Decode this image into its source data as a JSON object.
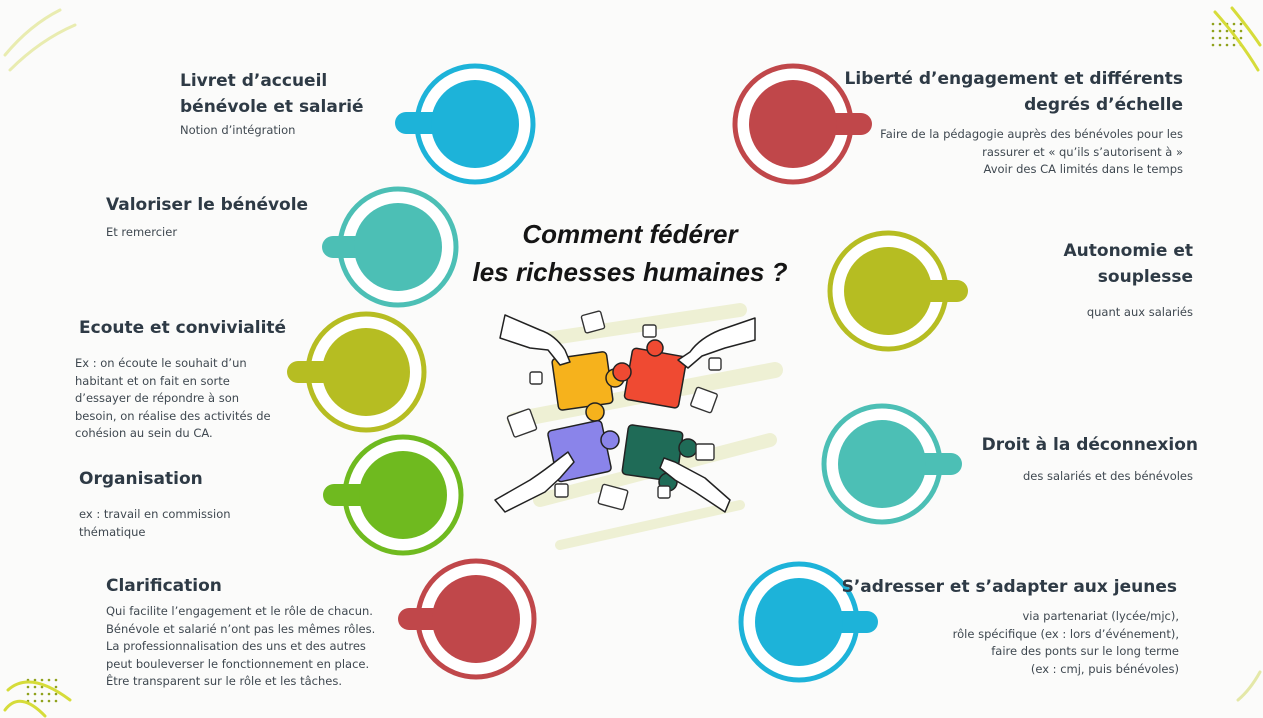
{
  "center": {
    "title_line1": "Comment fédérer",
    "title_line2": "les richesses humaines ?"
  },
  "colors": {
    "blue": "#1db3d9",
    "red": "#c0474a",
    "teal": "#4cbfb5",
    "olive": "#b6bd22",
    "green": "#6fba1f",
    "puzzle_yellow": "#f6b21c",
    "puzzle_red": "#ef4a32",
    "puzzle_purple": "#8a84ea",
    "puzzle_green": "#1f6b57",
    "accent_lime": "#d6dc3a"
  },
  "items": [
    {
      "title_lines": [
        "Livret d’accueil",
        "bénévole et salarié"
      ],
      "desc_lines": [
        "Notion d’intégration"
      ]
    },
    {
      "title_lines": [
        "Valoriser le bénévole"
      ],
      "desc_lines": [
        "Et remercier"
      ]
    },
    {
      "title_lines": [
        "Ecoute et convivialité"
      ],
      "desc_lines": [
        "Ex : on écoute le souhait d’un",
        "habitant et on fait en sorte",
        "d’essayer de répondre à son",
        "besoin, on réalise des activités de",
        "cohésion au sein du CA."
      ]
    },
    {
      "title_lines": [
        "Organisation"
      ],
      "desc_lines": [
        "ex : travail en commission",
        "thématique"
      ]
    },
    {
      "title_lines": [
        "Clarification"
      ],
      "desc_lines": [
        "Qui facilite l’engagement et le rôle de chacun.",
        "Bénévole et salarié n’ont pas les mêmes rôles.",
        "La professionnalisation des uns et des autres",
        "peut bouleverser le fonctionnement en place.",
        "Être transparent sur le rôle et les tâches."
      ]
    },
    {
      "title_lines": [
        "Liberté d’engagement et différents",
        "degrés d’échelle"
      ],
      "desc_lines": [
        "Faire de la pédagogie auprès des bénévoles pour les",
        "rassurer et « qu’ils s’autorisent à »",
        "Avoir des CA limités dans le temps"
      ]
    },
    {
      "title_lines": [
        "Autonomie et",
        "souplesse"
      ],
      "desc_lines": [
        "quant aux salariés"
      ]
    },
    {
      "title_lines": [
        "Droit à la déconnexion"
      ],
      "desc_lines": [
        "des salariés et des bénévoles"
      ]
    },
    {
      "title_lines": [
        "S’adresser et s’adapter aux jeunes"
      ],
      "desc_lines": [
        "via partenariat (lycée/mjc),",
        "rôle spécifique (ex : lors d’événement),",
        "faire des ponts sur le long terme",
        "(ex : cmj, puis bénévoles)"
      ]
    }
  ]
}
